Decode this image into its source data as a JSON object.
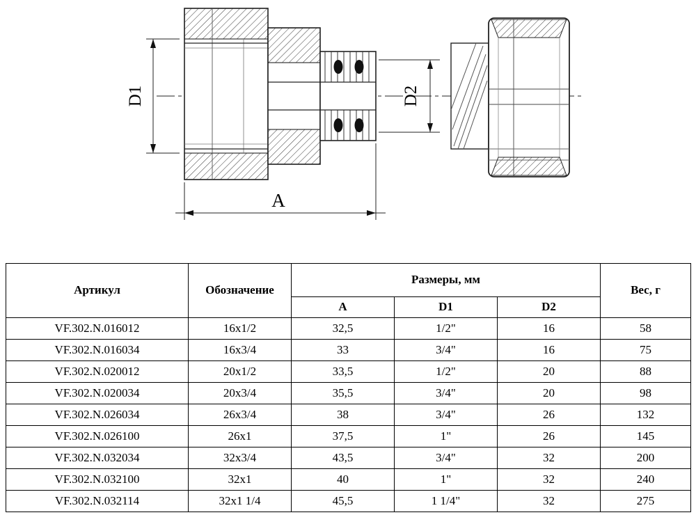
{
  "drawing": {
    "labels": {
      "d1": "D1",
      "d2": "D2",
      "a": "A"
    }
  },
  "table": {
    "headers": {
      "article": "Артикул",
      "designation": "Обозначение",
      "dimensions_group": "Размеры, мм",
      "dim_a": "A",
      "dim_d1": "D1",
      "dim_d2": "D2",
      "weight": "Вес, г"
    },
    "rows": [
      {
        "article": "VF.302.N.016012",
        "designation": "16x1/2",
        "a": "32,5",
        "d1": "1/2\"",
        "d2": "16",
        "weight": "58"
      },
      {
        "article": "VF.302.N.016034",
        "designation": "16x3/4",
        "a": "33",
        "d1": "3/4\"",
        "d2": "16",
        "weight": "75"
      },
      {
        "article": "VF.302.N.020012",
        "designation": "20x1/2",
        "a": "33,5",
        "d1": "1/2\"",
        "d2": "20",
        "weight": "88"
      },
      {
        "article": "VF.302.N.020034",
        "designation": "20x3/4",
        "a": "35,5",
        "d1": "3/4\"",
        "d2": "20",
        "weight": "98"
      },
      {
        "article": "VF.302.N.026034",
        "designation": "26x3/4",
        "a": "38",
        "d1": "3/4\"",
        "d2": "26",
        "weight": "132"
      },
      {
        "article": "VF.302.N.026100",
        "designation": "26x1",
        "a": "37,5",
        "d1": "1\"",
        "d2": "26",
        "weight": "145"
      },
      {
        "article": "VF.302.N.032034",
        "designation": "32x3/4",
        "a": "43,5",
        "d1": "3/4\"",
        "d2": "32",
        "weight": "200"
      },
      {
        "article": "VF.302.N.032100",
        "designation": "32x1",
        "a": "40",
        "d1": "1\"",
        "d2": "32",
        "weight": "240"
      },
      {
        "article": "VF.302.N.032114",
        "designation": "32x1 1/4",
        "a": "45,5",
        "d1": "1 1/4\"",
        "d2": "32",
        "weight": "275"
      }
    ]
  }
}
